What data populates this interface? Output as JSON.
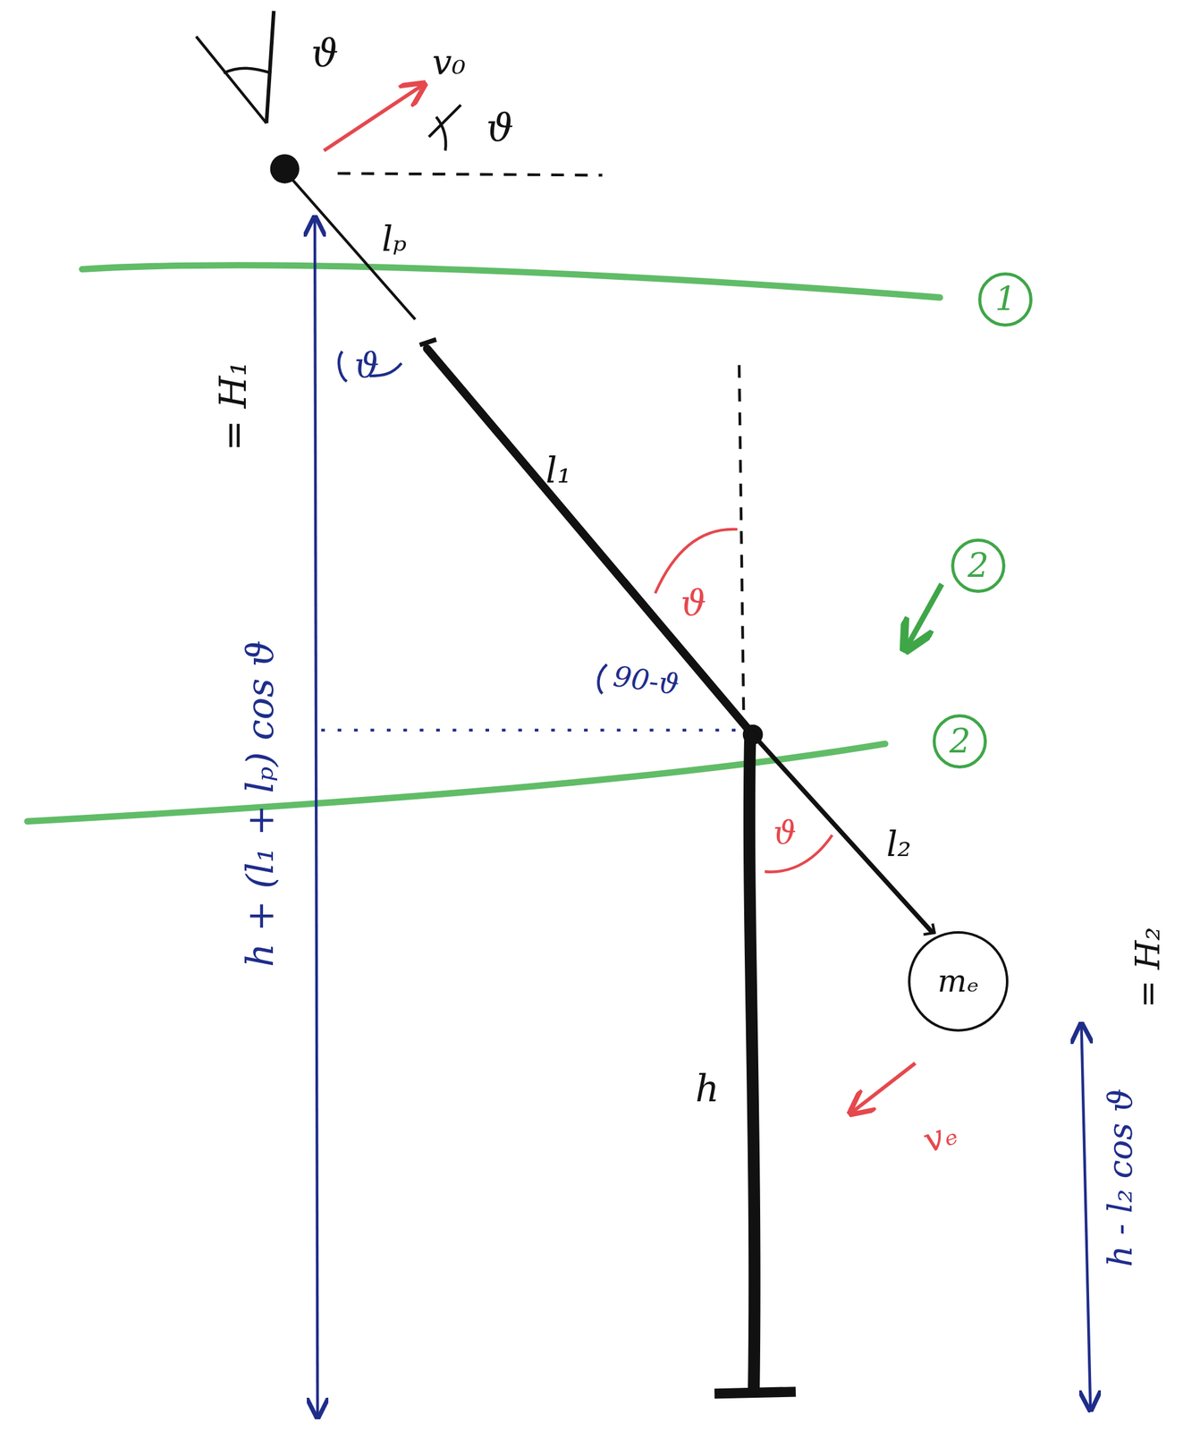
{
  "diagram": {
    "nodes": [
      {
        "text": [
          "1"
        ]
      },
      {
        "text": [
          "2"
        ]
      },
      {
        "text": [
          "2"
        ]
      },
      {
        "text": [
          "mₑ"
        ]
      }
    ],
    "labels": [
      "ϑ",
      "v₀",
      "ϑ",
      "lₚ",
      "ϑ",
      "l₁",
      "ϑ",
      "90-ϑ",
      "ϑ",
      "l₂",
      "h",
      "vₑ",
      "h + (l₁ + lₚ) cos ϑ",
      "= H₁",
      "h - l₂ cos ϑ",
      "= H₂"
    ]
  }
}
